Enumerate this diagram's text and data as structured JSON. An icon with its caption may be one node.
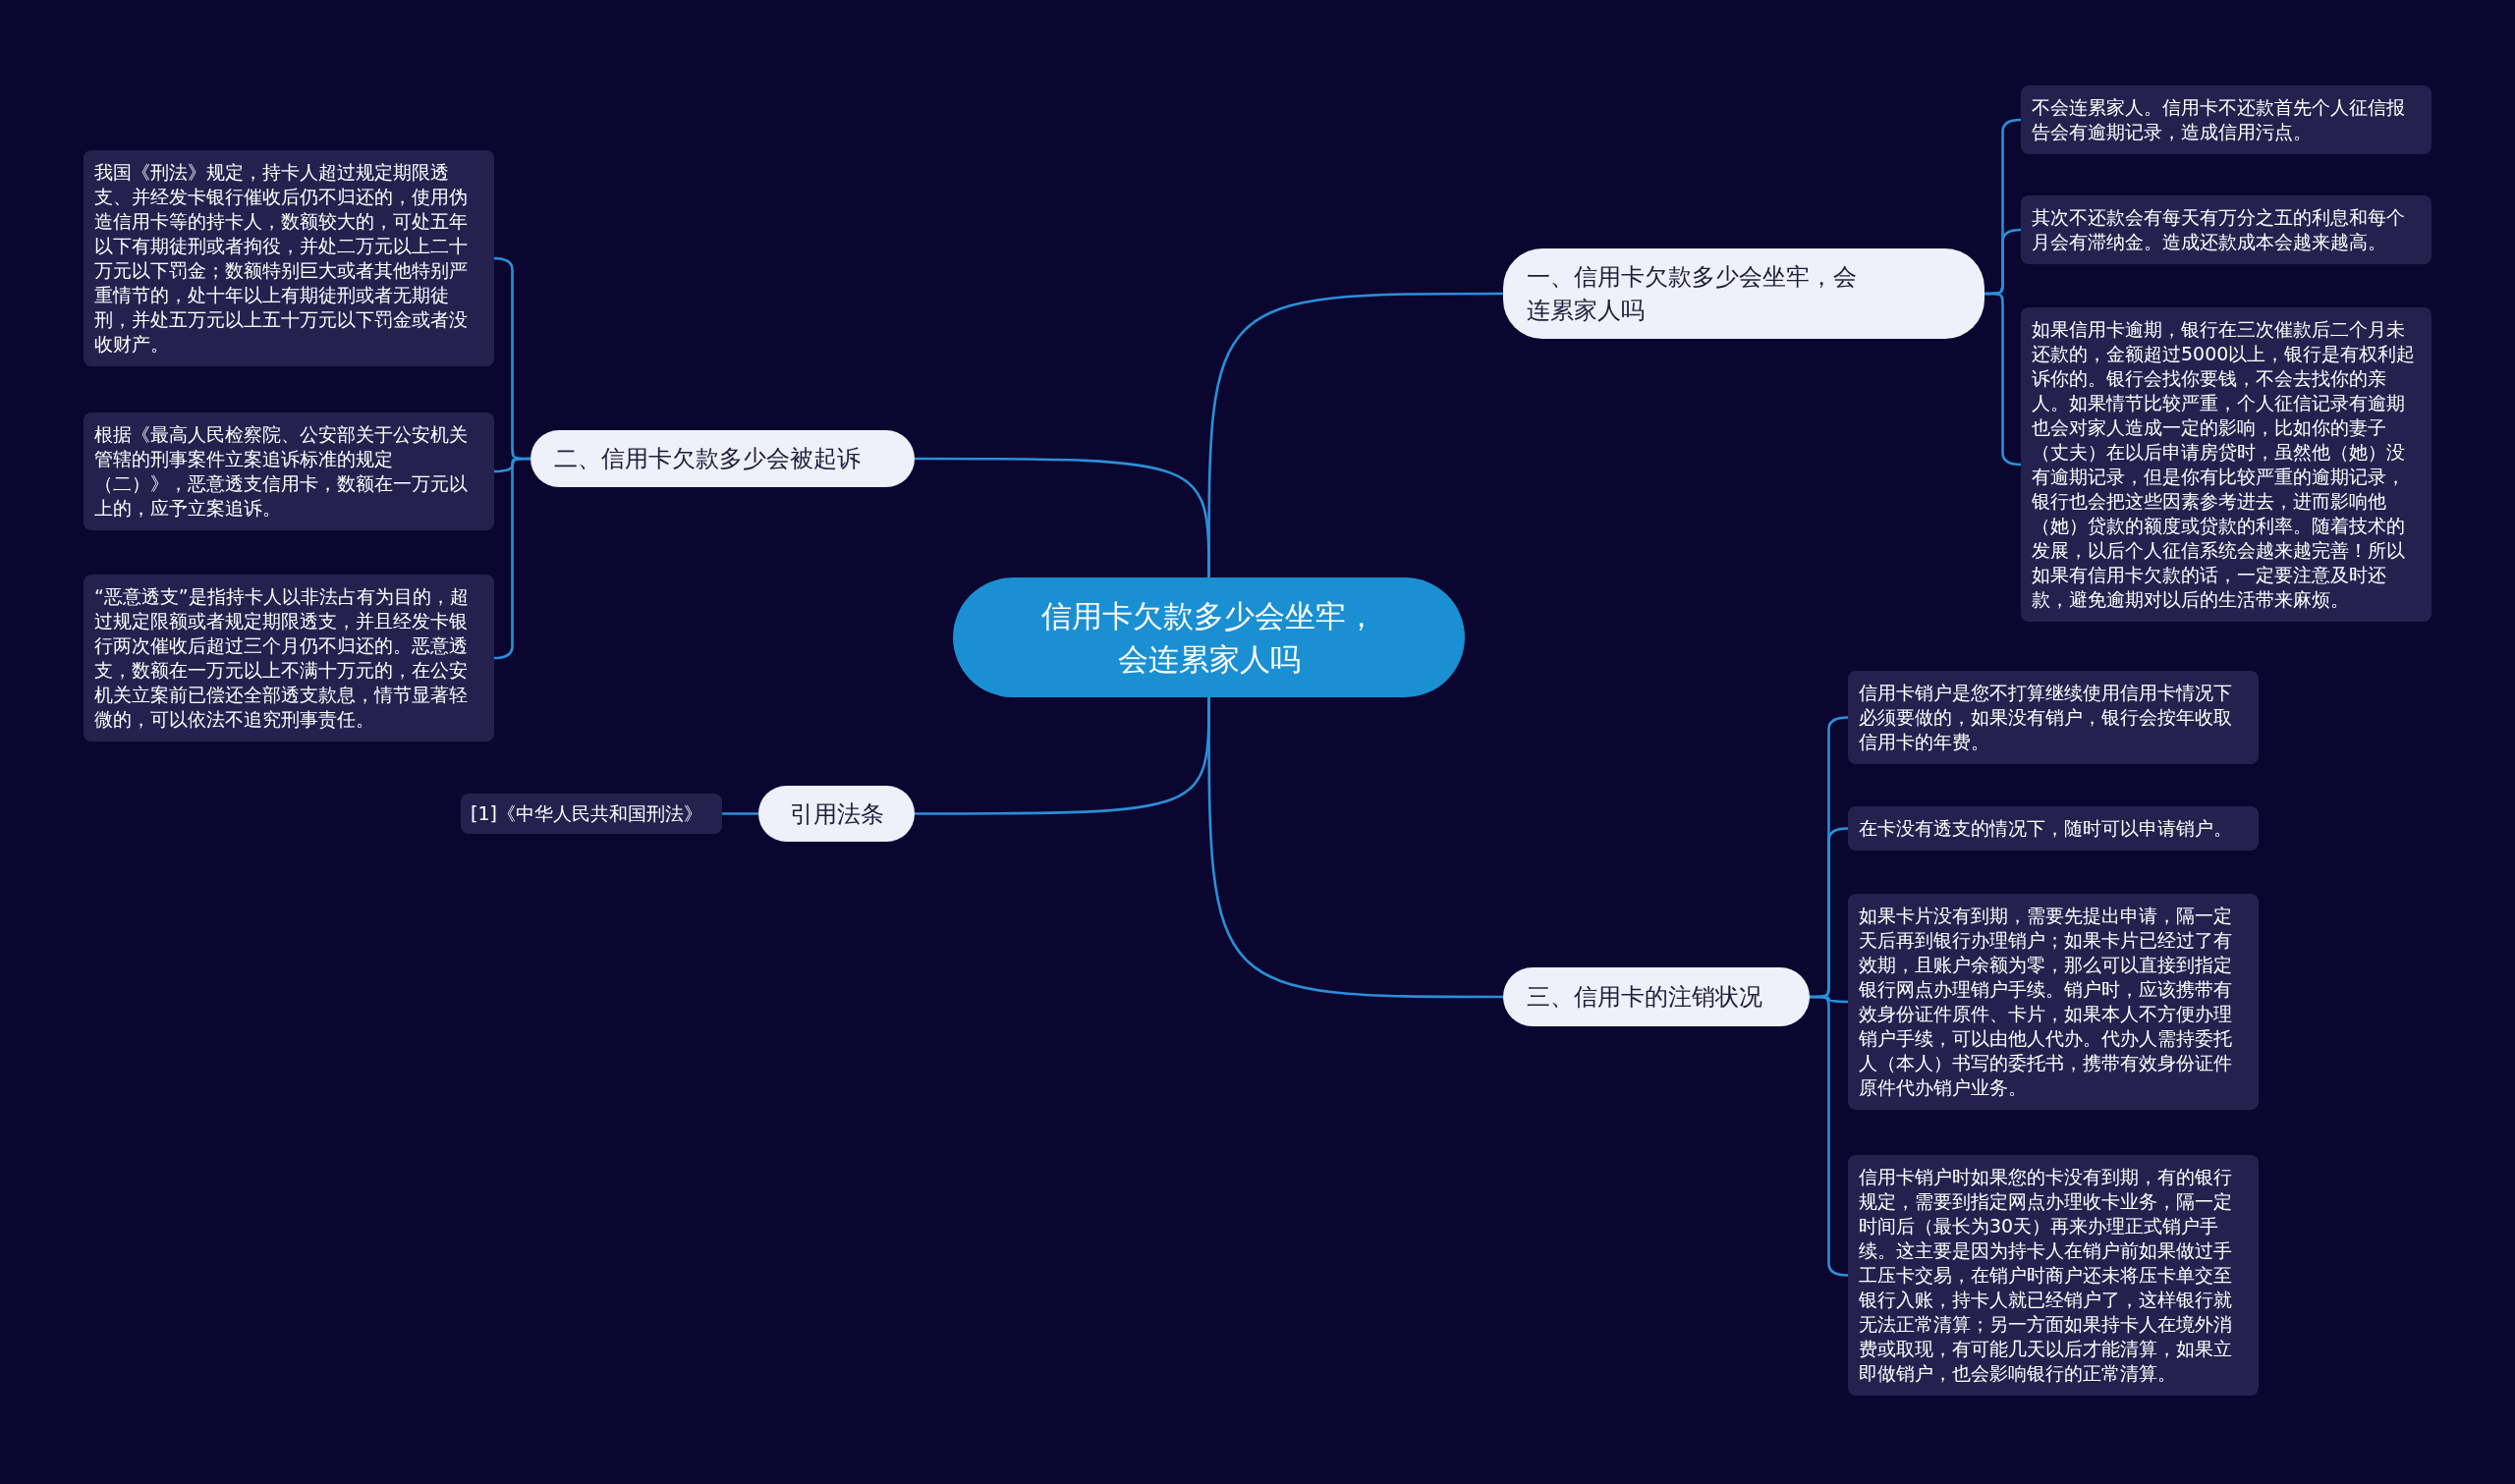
{
  "diagram": {
    "nodes": [
      {
        "text": [
          "信用卡欠款多少会坐牢，会连累家人吗"
        ]
      },
      {
        "text": [
          "一、信用卡欠款多少会坐牢，会连累家人吗"
        ]
      },
      {
        "text": [
          "不会连累家人。信用卡不还款首先个人征信报告会有逾期记录，造成信用污点。"
        ]
      },
      {
        "text": [
          "其次不还款会有每天有万分之五的利息和每个月会有滞纳金。造成还款成本会越来越高。"
        ]
      },
      {
        "text": [
          "如果信用卡逾期，银行在三次催款后二个月未还款的，金额超过5000以上，银行是有权利起诉你的。银行会找你要钱，不会去找你的亲人。如果情节比较严重，个人征信记录有逾期也会对家人造成一定的影响，比如你的妻子（丈夫）在以后申请房贷时，虽然他（她）没有逾期记录，但是你有比较严重的逾期记录，银行也会把这些因素参考进去，进而影响他（她）贷款的额度或贷款的利率。随着技术的发展，以后个人征信系统会越来越完善！所以如果有信用卡欠款的话，一定要注意及时还款，避免逾期对以后的生活带来麻烦。"
        ]
      },
      {
        "text": [
          "二、信用卡欠款多少会被起诉"
        ]
      },
      {
        "text": [
          "我国《刑法》规定，持卡人超过规定期限透支、并经发卡银行催收后仍不归还的，使用伪造信用卡等的持卡人，数额较大的，可处五年以下有期徒刑或者拘役，并处二万元以上二十万元以下罚金；数额特别巨大或者其他特别严重情节的，处十年以上有期徒刑或者无期徒刑，并处五万元以上五十万元以下罚金或者没收财产。"
        ]
      },
      {
        "text": [
          "根据《最高人民检察院、公安部关于公安机关管辖的刑事案件立案追诉标准的规定（二）》，恶意透支信用卡，数额在一万元以上的，应予立案追诉。"
        ]
      },
      {
        "text": [
          "“恶意透支”是指持卡人以非法占有为目的，超过规定限额或者规定期限透支，并且经发卡银行两次催收后超过三个月仍不归还的。恶意透支，数额在一万元以上不满十万元的，在公安机关立案前已偿还全部透支款息，情节显著轻微的，可以依法不追究刑事责任。"
        ]
      },
      {
        "text": [
          "引用法条"
        ]
      },
      {
        "text": [
          "[1]《中华人民共和国刑法》"
        ]
      },
      {
        "text": [
          "三、信用卡的注销状况"
        ]
      },
      {
        "text": [
          "信用卡销户是您不打算继续使用信用卡情况下必须要做的，如果没有销户，银行会按年收取信用卡的年费。"
        ]
      },
      {
        "text": [
          "在卡没有透支的情况下，随时可以申请销户。"
        ]
      },
      {
        "text": [
          "如果卡片没有到期，需要先提出申请，隔一定天后再到银行办理销户；如果卡片已经过了有效期，且账户余额为零，那么可以直接到指定银行网点办理销户手续。销户时，应该携带有效身份证件原件、卡片，如果本人不方便办理销户手续，可以由他人代办。代办人需持委托人（本人）书写的委托书，携带有效身份证件原件代办销户业务。"
        ]
      },
      {
        "text": [
          "信用卡销户时如果您的卡没有到期，有的银行规定，需要到指定网点办理收卡业务，隔一定时间后（最长为30天）再来办理正式销户手续。这主要是因为持卡人在销户前如果做过手工压卡交易，在销户时商户还未将压卡单交至银行入账，持卡人就已经销户了，这样银行就无法正常清算；另一方面如果持卡人在境外消费或取现，有可能几天以后才能清算，如果立即做销户，也会影响银行的正常清算。"
        ]
      }
    ],
    "edges": [
      {
        "from": 0,
        "to": 1,
        "arrow": "none"
      },
      {
        "from": 1,
        "to": 2,
        "arrow": "none"
      },
      {
        "from": 1,
        "to": 3,
        "arrow": "none"
      },
      {
        "from": 1,
        "to": 4,
        "arrow": "none"
      },
      {
        "from": 0,
        "to": 5,
        "arrow": "none"
      },
      {
        "from": 5,
        "to": 6,
        "arrow": "none"
      },
      {
        "from": 5,
        "to": 7,
        "arrow": "none"
      },
      {
        "from": 5,
        "to": 8,
        "arrow": "none"
      },
      {
        "from": 0,
        "to": 9,
        "arrow": "none"
      },
      {
        "from": 9,
        "to": 10,
        "arrow": "none"
      },
      {
        "from": 0,
        "to": 11,
        "arrow": "none"
      },
      {
        "from": 11,
        "to": 12,
        "arrow": "none"
      },
      {
        "from": 11,
        "to": 13,
        "arrow": "none"
      },
      {
        "from": 11,
        "to": 14,
        "arrow": "none"
      },
      {
        "from": 11,
        "to": 15,
        "arrow": "none"
      }
    ]
  }
}
